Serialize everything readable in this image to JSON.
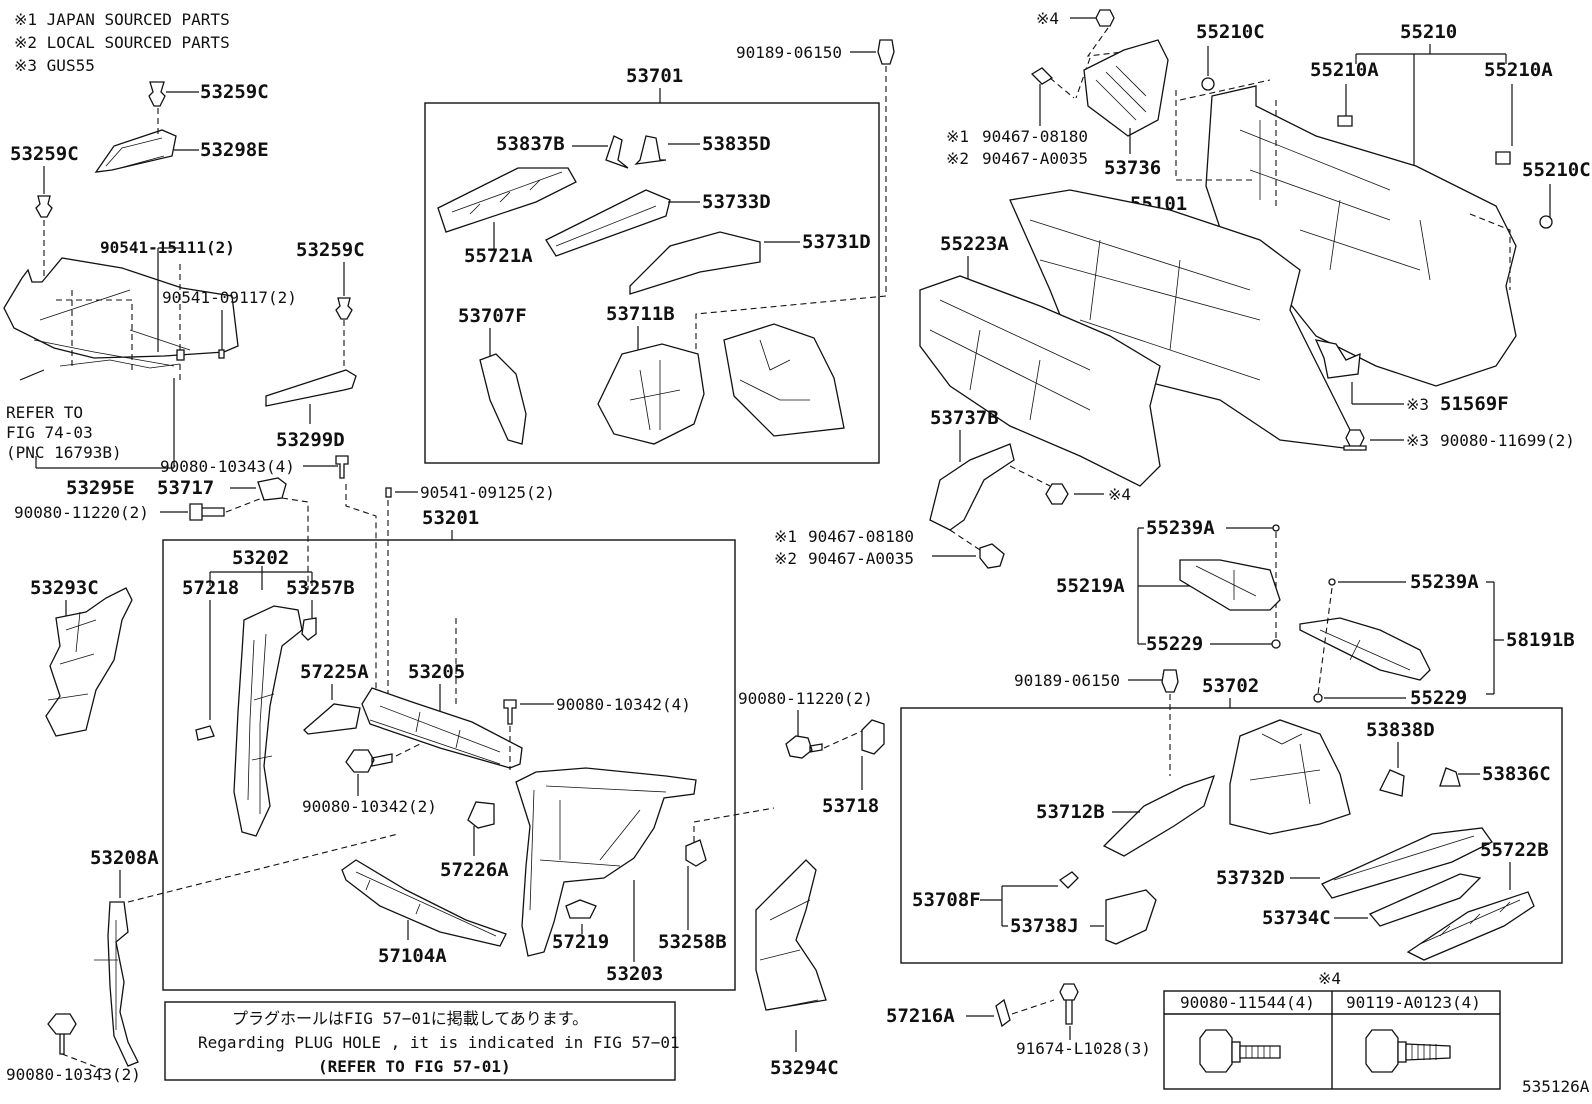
{
  "notes": {
    "n1": "※1 JAPAN SOURCED PARTS",
    "n2": "※2 LOCAL SOURCED PARTS",
    "n3": "※3 GUS55"
  },
  "labels": {
    "p53259C_a": "53259C",
    "p53298E": "53298E",
    "p53259C_b": "53259C",
    "p90541_15111": "90541-15111(2)",
    "p90541_09117": "90541-09117(2)",
    "p53259C_c": "53259C",
    "refer1": "REFER TO",
    "refer2": "FIG 74-03",
    "refer3": "(PNC 16793B)",
    "p53299D": "53299D",
    "p53295E": "53295E",
    "p90080_10343_4": "90080-10343(4)",
    "p53717": "53717",
    "p90080_11220_a": "90080-11220(2)",
    "p90541_09125": "90541-09125(2)",
    "p53201": "53201",
    "p53293C": "53293C",
    "p53202": "53202",
    "p57218": "57218",
    "p53257B": "53257B",
    "p57225A": "57225A",
    "p53205": "53205",
    "p90080_10342_4": "90080-10342(4)",
    "p90080_10342_2": "90080-10342(2)",
    "p57226A": "57226A",
    "p53208A": "53208A",
    "p57104A": "57104A",
    "p57219": "57219",
    "p53258B": "53258B",
    "p53203": "53203",
    "p90080_10343_2": "90080-10343(2)",
    "p90189_06150_a": "90189-06150",
    "p53701": "53701",
    "p53837B": "53837B",
    "p53835D": "53835D",
    "p53733D": "53733D",
    "p55721A": "55721A",
    "p53731D": "53731D",
    "p53707F": "53707F",
    "p53711B": "53711B",
    "m4a": "※4",
    "p55210C_a": "55210C",
    "p55210": "55210",
    "p55210A_a": "55210A",
    "p55210A_b": "55210A",
    "m1a": "※1",
    "p90467_08180_a": "90467-08180",
    "m2a": "※2",
    "p90467_A0035_a": "90467-A0035",
    "p53736": "53736",
    "p55210C_b": "55210C",
    "p55101": "55101",
    "p55223A": "55223A",
    "m3a": "※3",
    "p51569F": "51569F",
    "m3b": "※3",
    "p90080_11699": "90080-11699(2)",
    "p53737B": "53737B",
    "m4b": "※4",
    "m1b": "※1",
    "p90467_08180_b": "90467-08180",
    "m2b": "※2",
    "p90467_A0035_b": "90467-A0035",
    "p55239A_a": "55239A",
    "p55219A": "55219A",
    "p55229_a": "55229",
    "p55239A_b": "55239A",
    "p58191B": "58191B",
    "p55229_b": "55229",
    "p90189_06150_b": "90189-06150",
    "p53702": "53702",
    "p90080_11220_b": "90080-11220(2)",
    "p53718": "53718",
    "p53838D": "53838D",
    "p53836C": "53836C",
    "p53712B": "53712B",
    "p55722B": "55722B",
    "p53732D": "53732D",
    "p53708F": "53708F",
    "p53738J": "53738J",
    "p53734C": "53734C",
    "p57216A": "57216A",
    "p91674_L1028": "91674-L1028(3)",
    "p53294C": "53294C",
    "m4c": "※4",
    "t_col1": "90080-11544(4)",
    "t_col2": "90119-A0123(4)",
    "foot_jp": "プラグホールはFIG 57−01に掲載してあります。",
    "foot_en": "Regarding  PLUG  HOLE , it is indicated in FIG  57−01",
    "foot_ref": "(REFER TO FIG 57-01)",
    "figno": "535126A"
  }
}
